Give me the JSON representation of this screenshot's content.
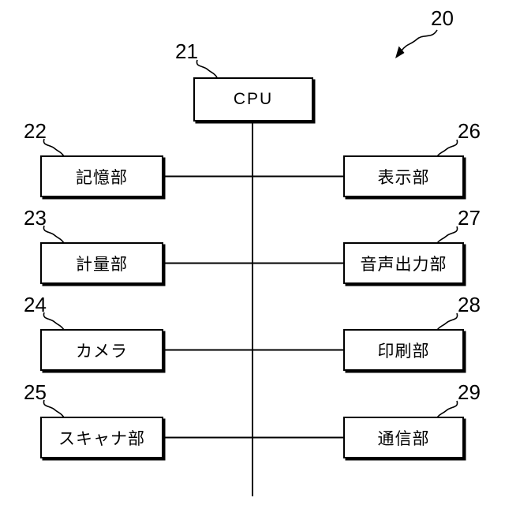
{
  "figure": {
    "reference": "20",
    "cpu": {
      "id": "21",
      "label": "CPU"
    },
    "left_components": [
      {
        "id": "22",
        "label": "記憶部"
      },
      {
        "id": "23",
        "label": "計量部"
      },
      {
        "id": "24",
        "label": "カメラ"
      },
      {
        "id": "25",
        "label": "スキャナ部"
      }
    ],
    "right_components": [
      {
        "id": "26",
        "label": "表示部"
      },
      {
        "id": "27",
        "label": "音声出力部"
      },
      {
        "id": "28",
        "label": "印刷部"
      },
      {
        "id": "29",
        "label": "通信部"
      }
    ],
    "colors": {
      "line": "#000000",
      "background": "#ffffff"
    }
  }
}
